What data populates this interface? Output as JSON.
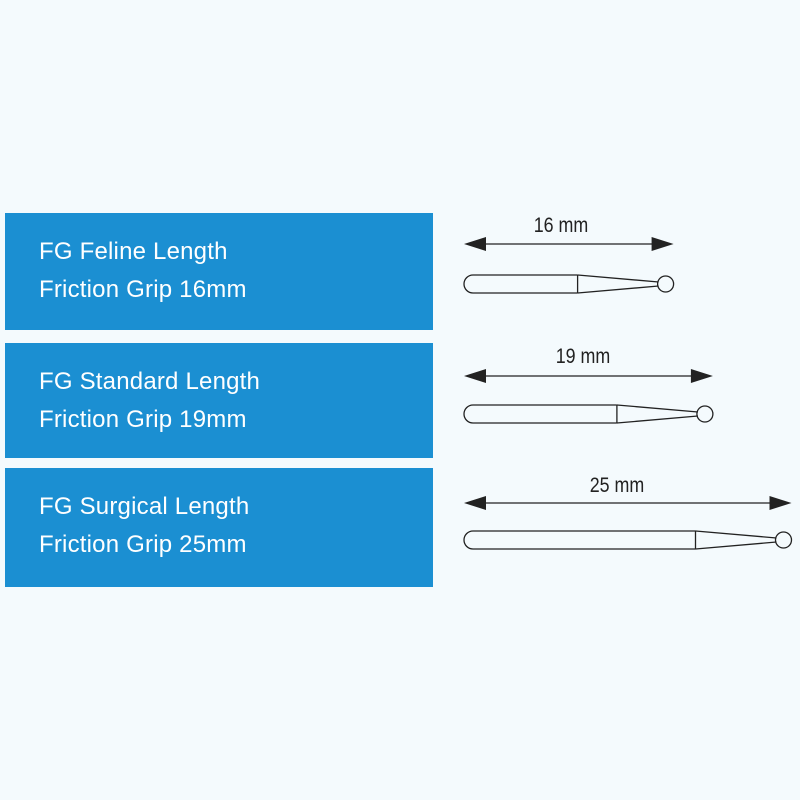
{
  "items": [
    {
      "title": "FG Feline Length",
      "subtitle": "Friction Grip 16mm",
      "dimension_label": "16 mm",
      "length_mm": 16
    },
    {
      "title": "FG Standard Length",
      "subtitle": "Friction Grip 19mm",
      "dimension_label": "19 mm",
      "length_mm": 19
    },
    {
      "title": "FG Surgical Length",
      "subtitle": "Friction Grip 25mm",
      "dimension_label": "25 mm",
      "length_mm": 25
    }
  ],
  "colors": {
    "background": "#f4fafd",
    "panel": "#1b8fd2",
    "panel_text": "#ffffff",
    "line": "#222222"
  }
}
